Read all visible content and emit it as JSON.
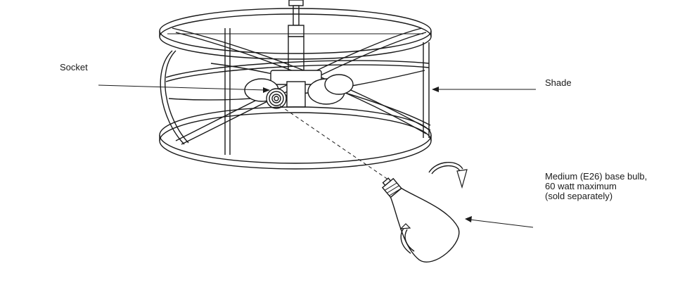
{
  "labels": {
    "socket": "Socket",
    "shade": "Shade",
    "bulb_line1": "Medium (E26) base bulb,",
    "bulb_line2": "60 watt maximum",
    "bulb_line3": "(sold separately)"
  },
  "icons": [
    "rotate-arrow-icon",
    "rotate-arrow-icon"
  ],
  "colors": {
    "line": "#1a1a1a",
    "background": "#ffffff"
  }
}
